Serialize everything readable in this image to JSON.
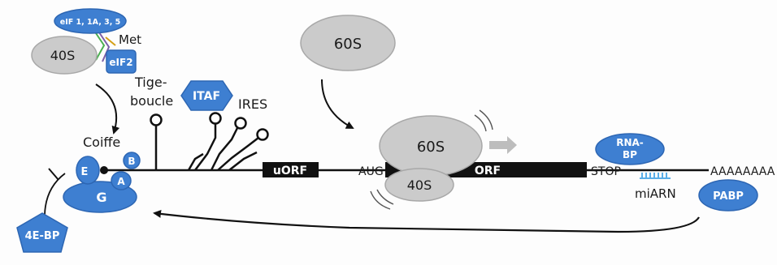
{
  "labels": {
    "eif_complex": "eIF 1, 1A, 3, 5",
    "met": "Met",
    "s40_top": "40S",
    "eif2": "eIF2",
    "tige": "Tige-",
    "boucle": "boucle",
    "itaf": "ITAF",
    "ires": "IRES",
    "coiffe": "Coiffe",
    "factor_e": "E",
    "factor_b": "B",
    "factor_a": "A",
    "factor_g": "G",
    "bp4e": "4E-BP",
    "uorf": "uORF",
    "aug": "AUG",
    "orf": "ORF",
    "stop": "STOP",
    "s60_top": "60S",
    "s60_ribo": "60S",
    "s40_ribo": "40S",
    "rnabp_line1": "RNA-",
    "rnabp_line2": "BP",
    "miarn": "miARN",
    "polya": "AAAAAAAA",
    "pabp": "PABP"
  },
  "colors": {
    "blue": "#3e7fd1",
    "blue_dark": "#2d66b3",
    "grey": "#cbcbcb",
    "grey_stroke": "#a8a8a8",
    "black": "#111111",
    "mirna": "#5aaee8"
  }
}
